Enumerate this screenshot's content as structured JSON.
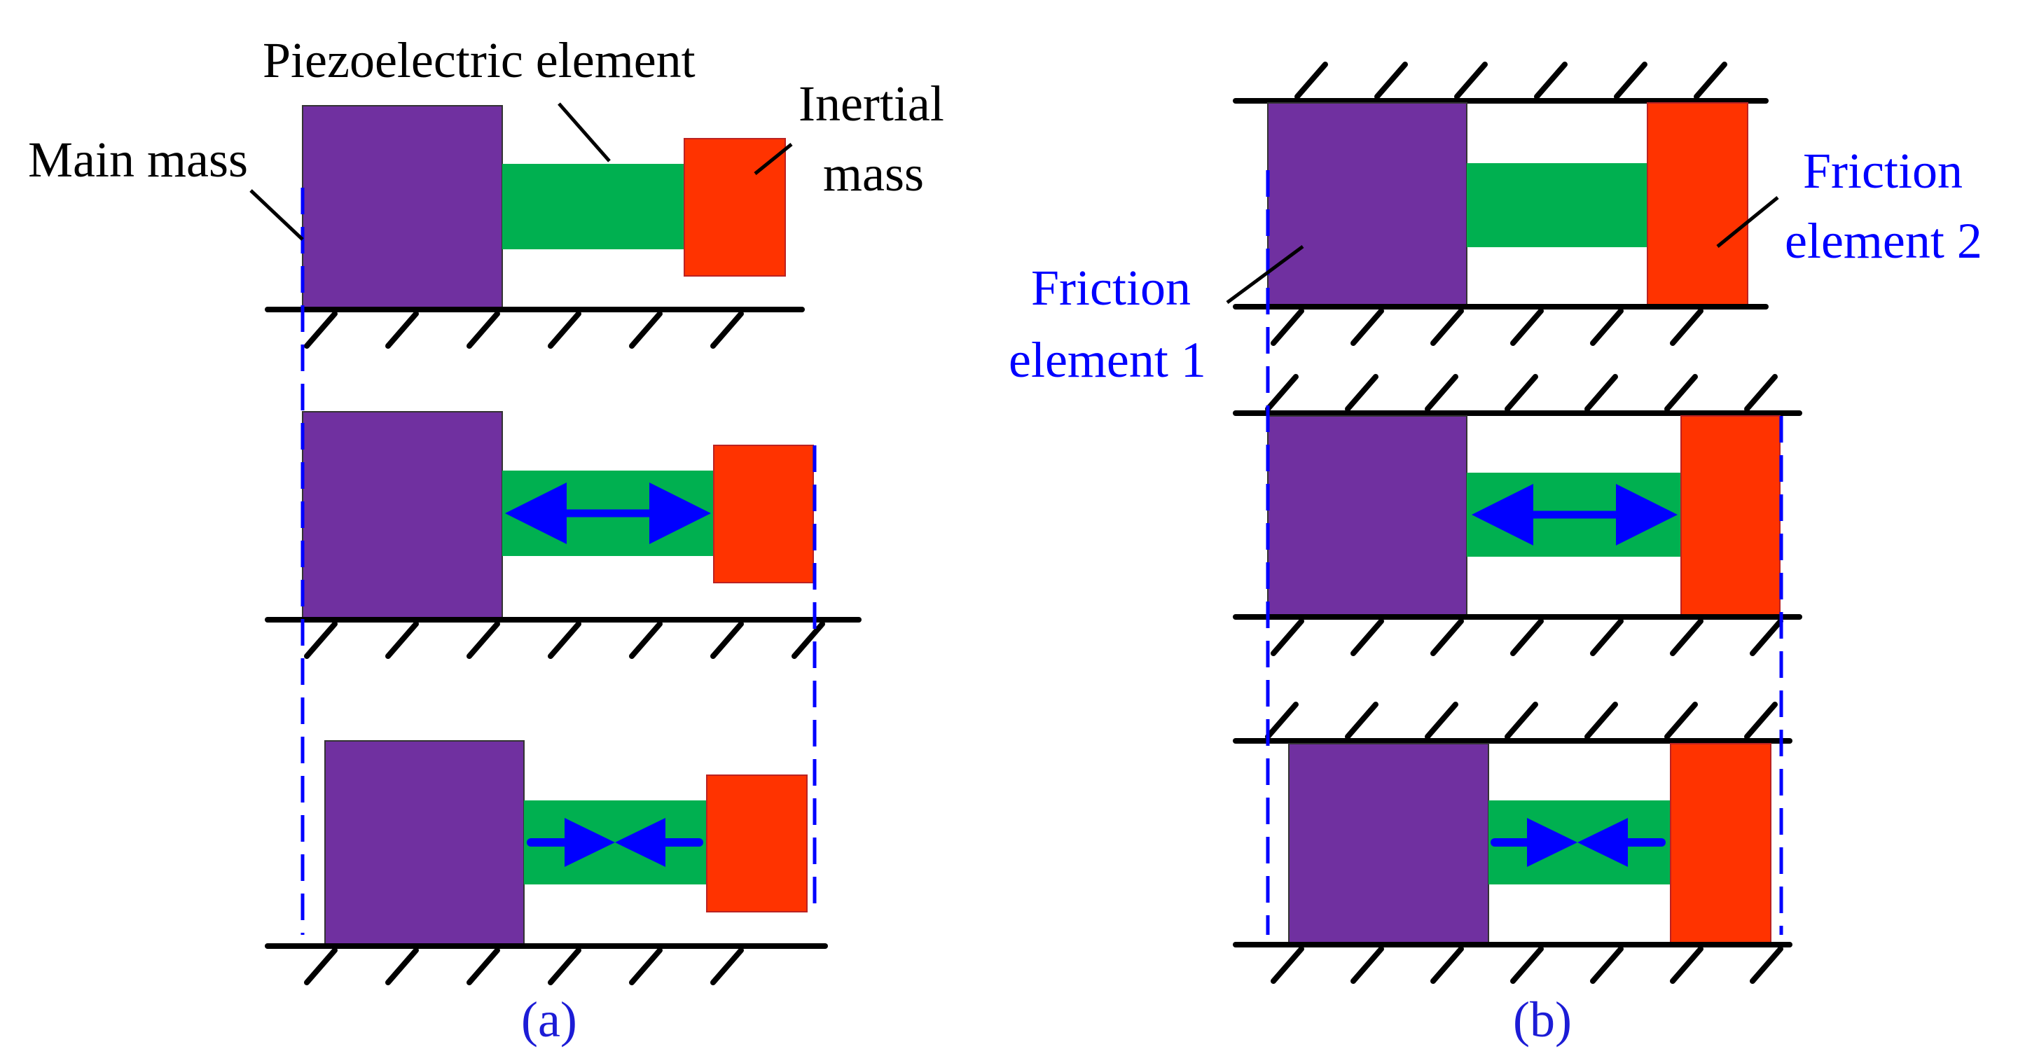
{
  "labels": {
    "piezoelectric_element": "Piezoelectric element",
    "main_mass": "Main mass",
    "inertial_mass_line1": "Inertial",
    "inertial_mass_line2": "mass",
    "friction_1_line1": "Friction",
    "friction_1_line2": "element 1",
    "friction_2_line1": "Friction",
    "friction_2_line2": "element 2"
  },
  "captions": {
    "a": "(a)",
    "b": "(b)"
  },
  "colors": {
    "main_mass": "#7030a0",
    "piezo": "#00b050",
    "inertial_mass": "#ff3300",
    "arrow": "#0000ff",
    "dashed_line": "#0000ff",
    "ground": "#000000",
    "label_blue": "#0000ff",
    "caption": "#1c1cd6"
  },
  "states": {
    "a": [
      "rest",
      "extend",
      "contract"
    ],
    "b": [
      "rest",
      "extend",
      "contract"
    ]
  }
}
